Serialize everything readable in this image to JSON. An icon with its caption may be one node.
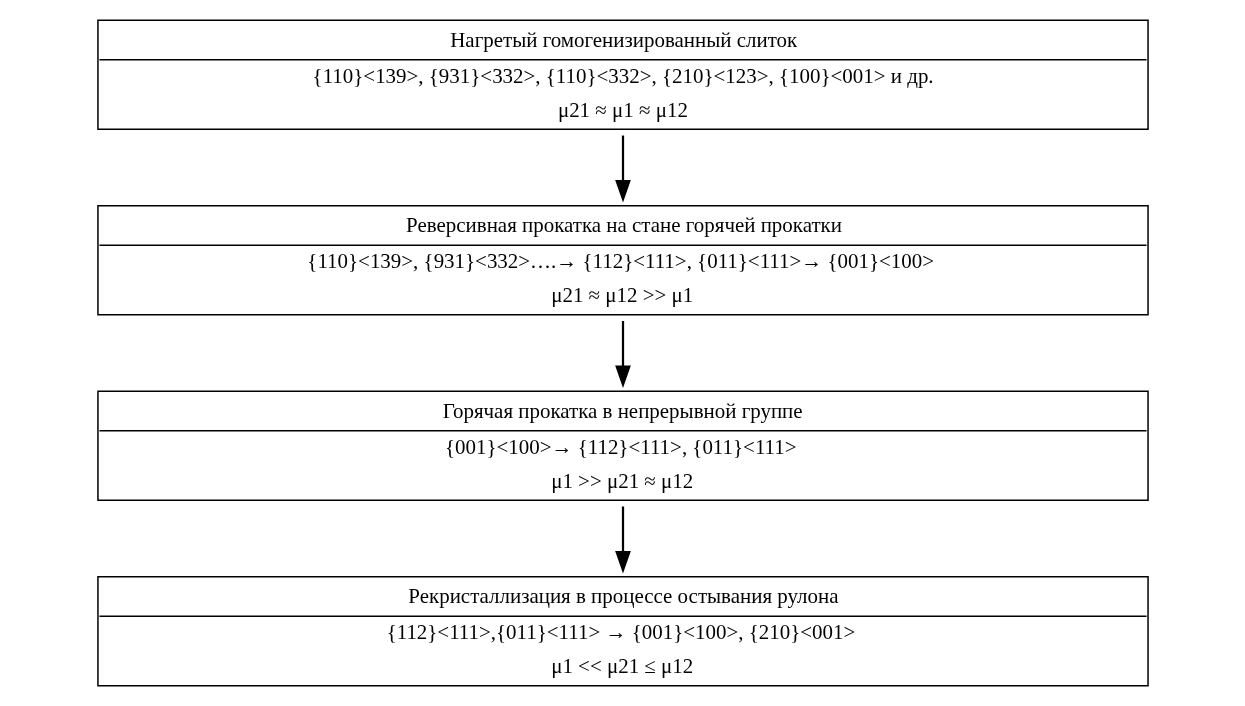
{
  "diagram": {
    "nodes": [
      {
        "text": [
          "Нагретый гомогенизированный слиток",
          "{110}<139>, {931}<332>, {110}<332>, {210}<123>, {100}<001> и др.",
          "μ21 ≈ μ1 ≈ μ12"
        ]
      },
      {
        "text": [
          "Реверсивная прокатка на стане горячей прокатки",
          "{110}<139>, {931}<332>….→ {112}<111>, {011}<111>→ {001}<100>",
          "μ21 ≈ μ12 >> μ1"
        ]
      },
      {
        "text": [
          "Горячая прокатка в непрерывной группе",
          "{001}<100>→ {112}<111>, {011}<111>",
          "μ1 >> μ21 ≈ μ12"
        ]
      },
      {
        "text": [
          "Рекристаллизация в процессе остывания рулона",
          "{112}<111>,{011}<111> → {001}<100>, {210}<001>",
          "μ1 << μ21 ≤ μ12"
        ]
      }
    ],
    "edges": [
      {
        "from": 0,
        "to": 1,
        "arrow": "to"
      },
      {
        "from": 1,
        "to": 2,
        "arrow": "to"
      },
      {
        "from": 2,
        "to": 3,
        "arrow": "to"
      }
    ]
  }
}
